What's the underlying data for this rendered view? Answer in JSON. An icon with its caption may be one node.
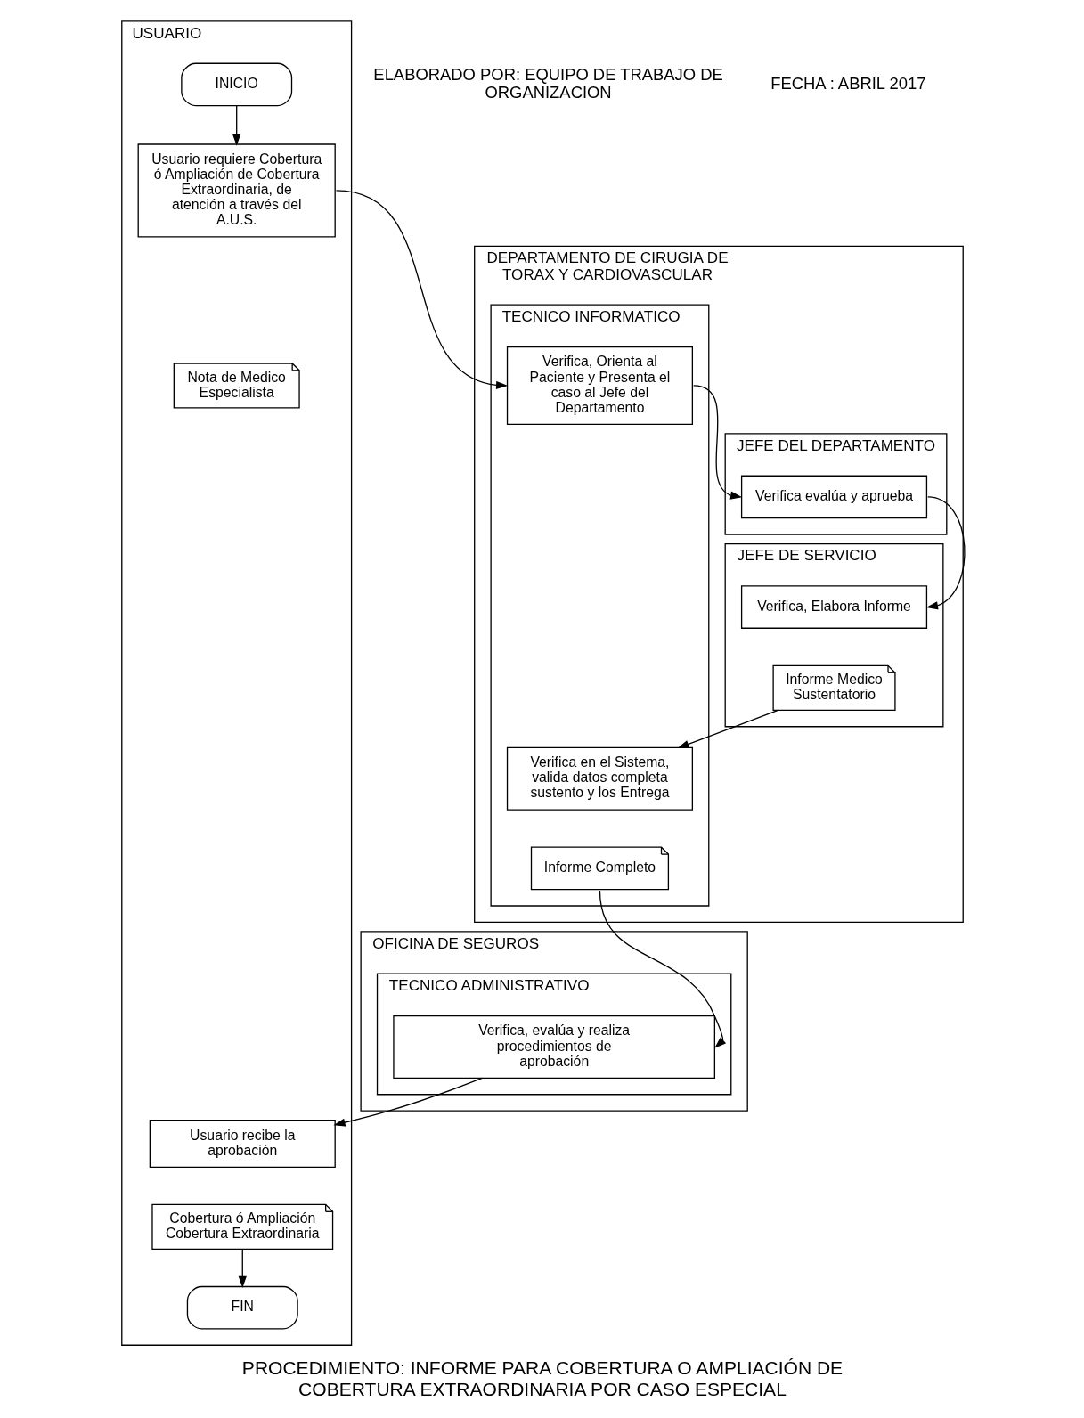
{
  "diagram": {
    "title": "PROCEDIMIENTO: INFORME PARA COBERTURA O AMPLIACIÓN DE COBERTURA EXTRAORDINARIA POR CASO ESPECIAL",
    "nodes": [
      {
        "text": [
          "USUARIO"
        ]
      },
      {
        "text": [
          "DEPARTAMENTO DE CIRUGIA DE TORAX Y CARDIOVASCULAR"
        ]
      },
      {
        "text": [
          "TECNICO INFORMATICO"
        ],
        "in": 1
      },
      {
        "text": [
          "JEFE DEL DEPARTAMENTO"
        ],
        "in": 1
      },
      {
        "text": [
          "JEFE DE SERVICIO"
        ],
        "in": 1
      },
      {
        "text": [
          "OFICINA DE SEGUROS"
        ]
      },
      {
        "text": [
          "TECNICO ADMINISTRATIVO"
        ],
        "in": 5
      },
      {
        "text": [
          "INICIO"
        ],
        "in": 0
      },
      {
        "text": [
          "Usuario requiere Cobertura ó Ampliación de Cobertura Extraordinaria, de atención a través del A.U.S."
        ],
        "in": 0
      },
      {
        "text": [
          "Nota de Medico Especialista"
        ],
        "in": 0
      },
      {
        "text": [
          "Verifica, Orienta al Paciente y Presenta el caso al Jefe del Departamento"
        ],
        "in": 2
      },
      {
        "text": [
          "Verifica evalúa y aprueba"
        ],
        "in": 3
      },
      {
        "text": [
          "Verifica, Elabora Informe"
        ],
        "in": 4
      },
      {
        "text": [
          "Informe Medico Sustentatorio"
        ],
        "in": 4
      },
      {
        "text": [
          "Verifica en el Sistema, valida datos completa sustento y los Entrega"
        ],
        "in": 2
      },
      {
        "text": [
          "Informe Completo"
        ],
        "in": 2
      },
      {
        "text": [
          "Verifica, evalúa y realiza procedimientos de aprobación"
        ],
        "in": 6
      },
      {
        "text": [
          "Usuario recibe la aprobación"
        ],
        "in": 0
      },
      {
        "text": [
          "Cobertura ó Ampliación Cobertura Extraordinaria"
        ],
        "in": 0
      },
      {
        "text": [
          "FIN"
        ],
        "in": 0
      }
    ],
    "edges": [
      {
        "from": 7,
        "to": 8,
        "arrow": "to"
      },
      {
        "from": 8,
        "to": 10,
        "arrow": "to"
      },
      {
        "from": 10,
        "to": 11,
        "arrow": "to"
      },
      {
        "from": 11,
        "to": 12,
        "arrow": "to"
      },
      {
        "from": 13,
        "to": 14,
        "arrow": "to"
      },
      {
        "from": 15,
        "to": 16,
        "arrow": "to"
      },
      {
        "from": 16,
        "to": 17,
        "arrow": "to"
      },
      {
        "from": 18,
        "to": 19,
        "arrow": "to"
      }
    ],
    "labels": [
      "ELABORADO POR: EQUIPO DE TRABAJO DE ORGANIZACION",
      "FECHA : ABRIL 2017"
    ]
  }
}
